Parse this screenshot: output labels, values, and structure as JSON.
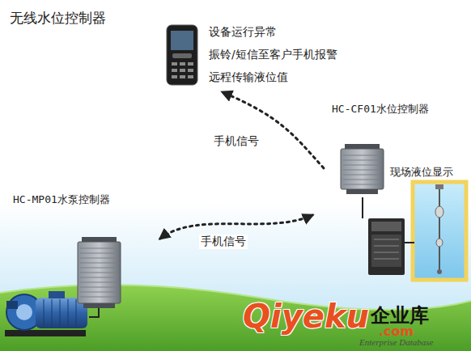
{
  "diagram": {
    "title": "无线水位控制器",
    "nodes": [
      {
        "text": [
          "设备运行异常",
          "振铃/短信至客户手机报警",
          "远程传输液位值"
        ]
      },
      {
        "text": [
          "HC-CF01水位控制器"
        ]
      },
      {
        "text": [
          "HC-MP01水泵控制器"
        ]
      }
    ],
    "edges": [
      {
        "from": 1,
        "to": 0,
        "label": "手机信号",
        "arrow": "to"
      },
      {
        "from": 2,
        "to": 1,
        "label": "手机信号",
        "arrow": "both"
      }
    ],
    "labels": [
      "现场液位显示",
      "Qiyeku",
      "企业库",
      ".com",
      "Enterprise Database"
    ]
  }
}
